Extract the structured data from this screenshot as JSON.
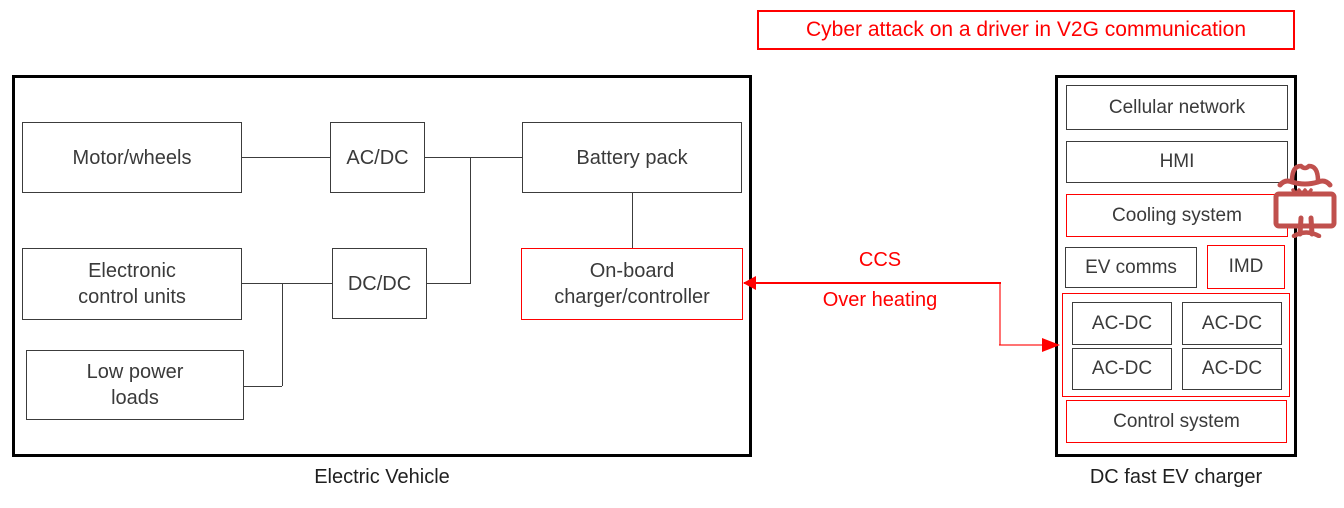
{
  "banner": {
    "text": "Cyber attack on a driver in V2G communication"
  },
  "attack_link": {
    "protocol_label": "CCS",
    "effect_label": "Over heating"
  },
  "ev": {
    "caption": "Electric Vehicle",
    "motor_wheels": "Motor/wheels",
    "ac_dc": "AC/DC",
    "battery_pack": "Battery pack",
    "ecu": [
      "Electronic",
      "control units"
    ],
    "dc_dc": "DC/DC",
    "on_board_charger": [
      "On-board",
      "charger/controller"
    ],
    "low_power_loads": [
      "Low power",
      "loads"
    ]
  },
  "charger": {
    "caption": "DC fast EV charger",
    "cellular_network": "Cellular network",
    "hmi": "HMI",
    "cooling_system": "Cooling system",
    "ev_comms": "EV comms",
    "imd": "IMD",
    "ac_dc_modules": [
      "AC-DC",
      "AC-DC",
      "AC-DC",
      "AC-DC"
    ],
    "control_system": "Control system"
  },
  "icons": {
    "hacker": "hacker-at-computer"
  },
  "colors": {
    "attack_red": "#ff0000",
    "hacker_red": "#c0504d",
    "outer_border": "#000000",
    "inner_border": "#3c3c3c",
    "text": "#3a3a3a"
  }
}
